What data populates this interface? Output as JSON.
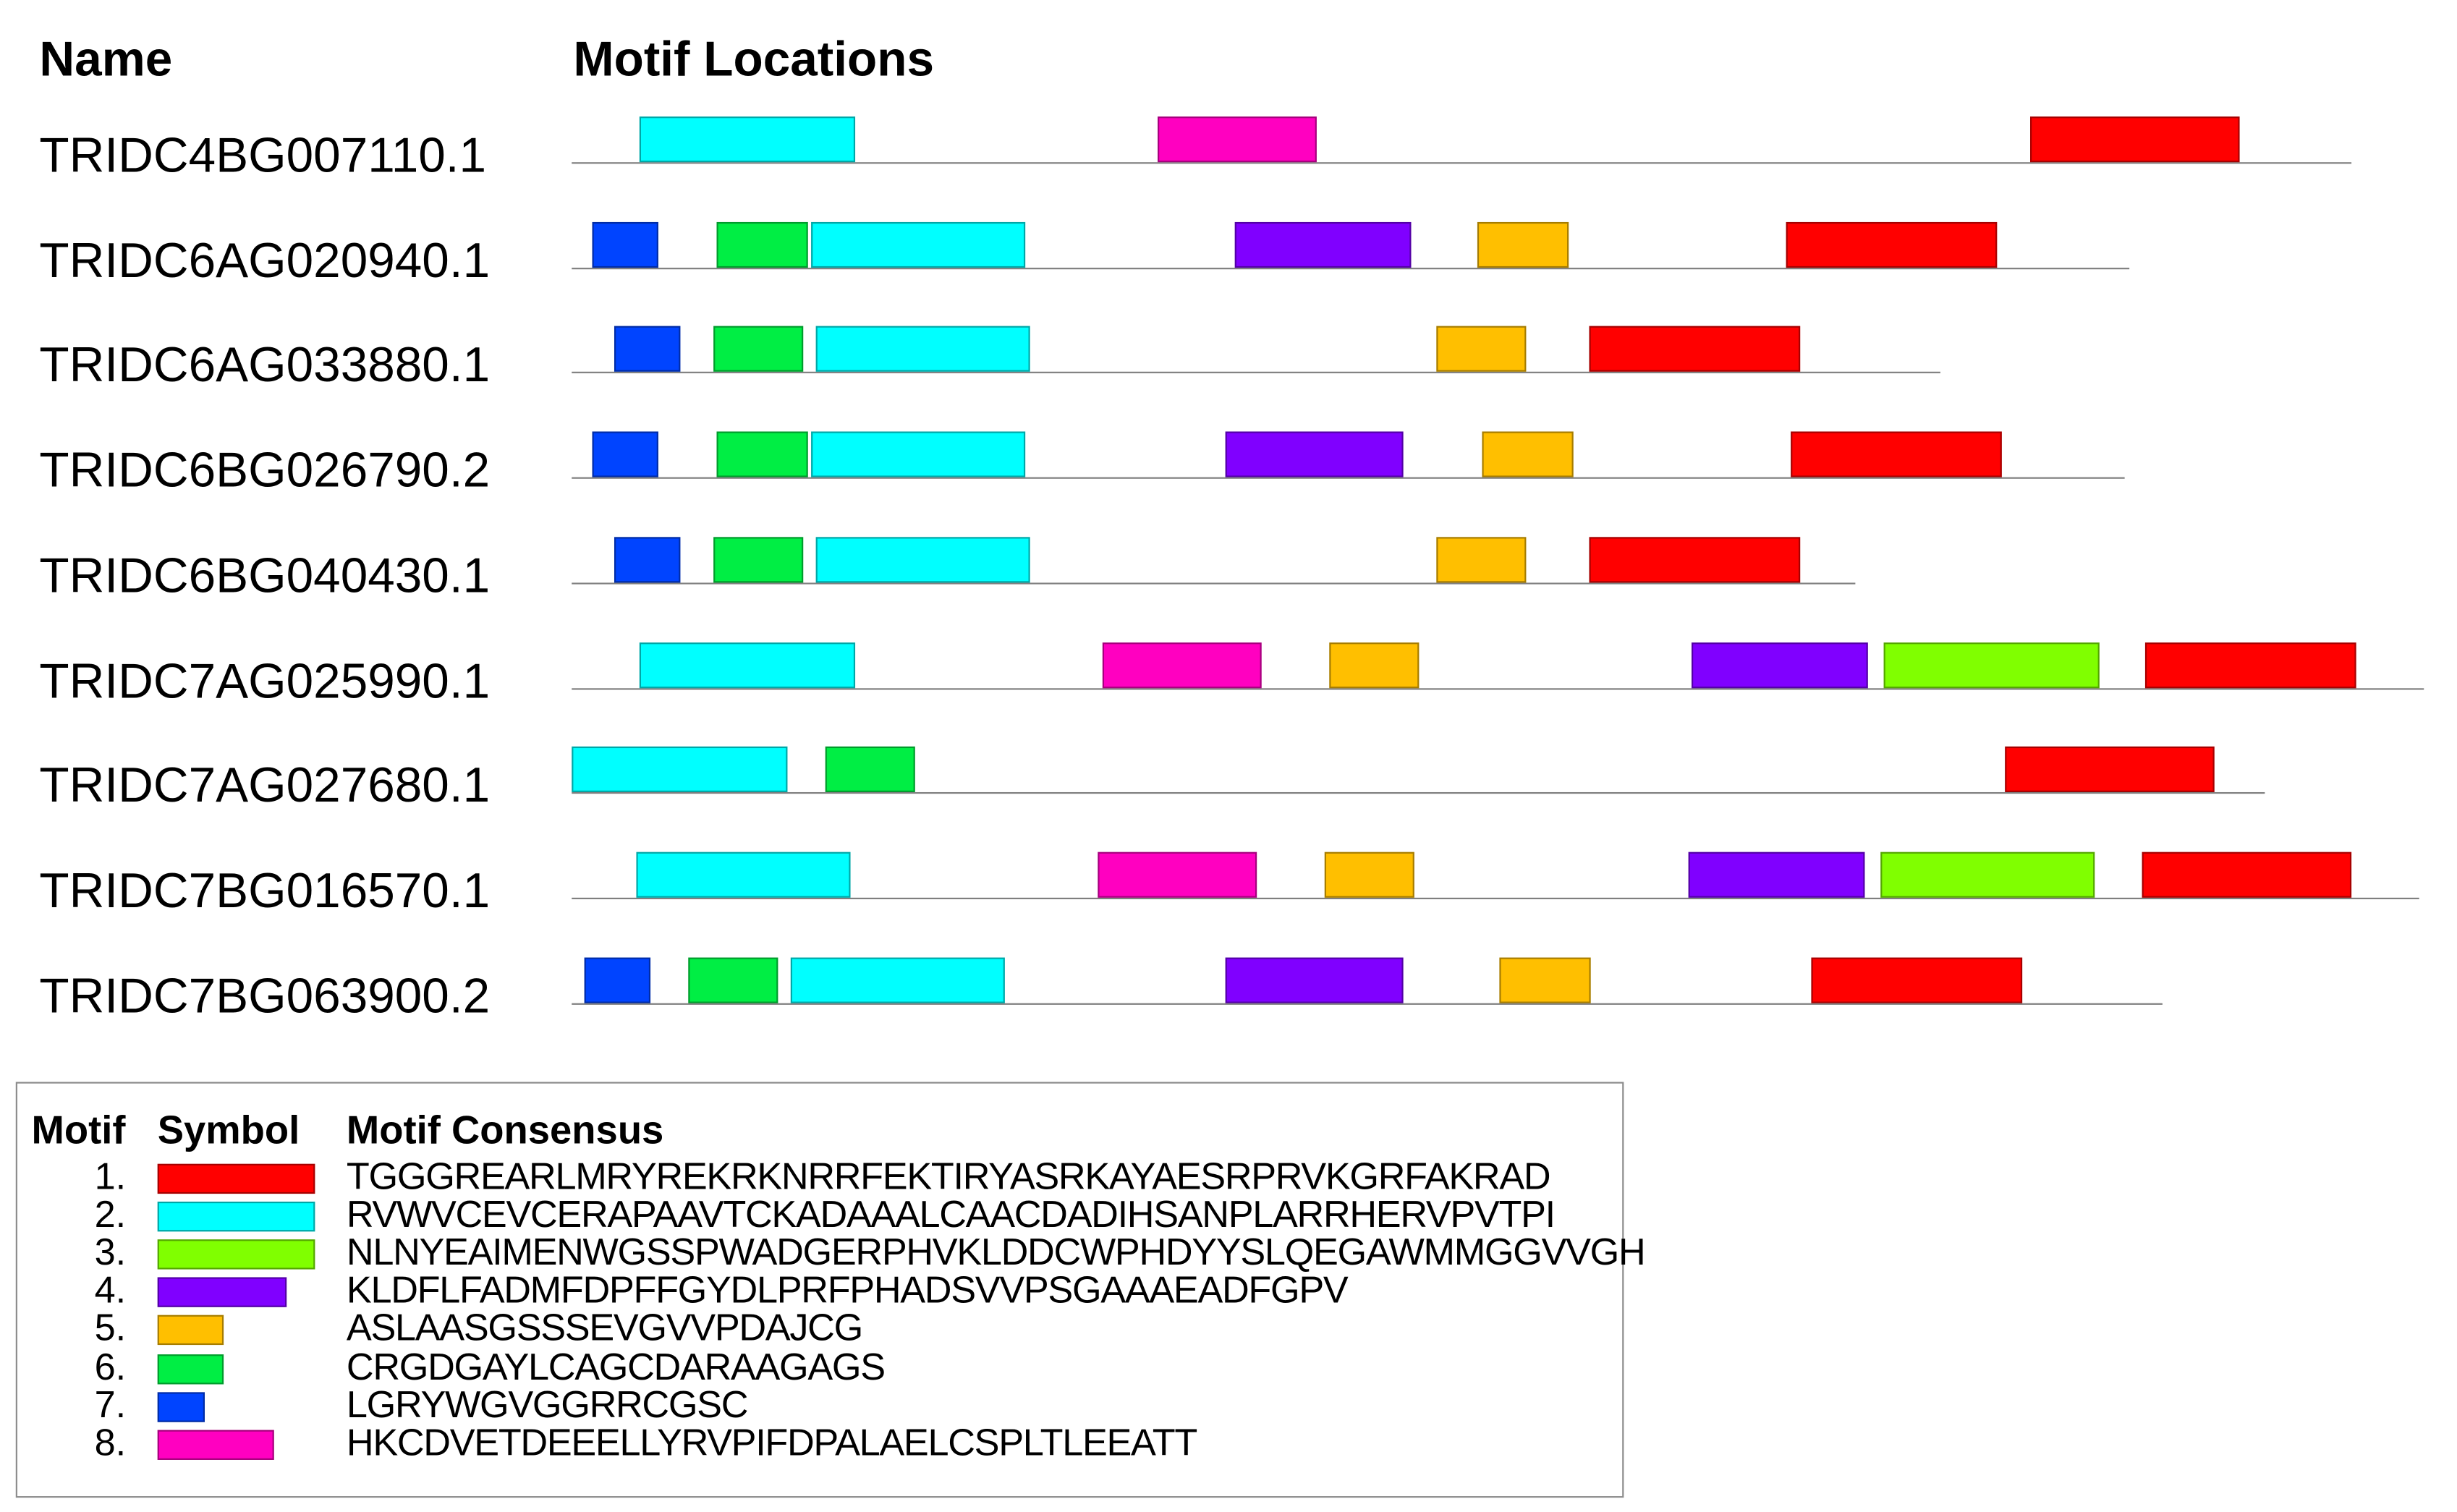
{
  "headers": {
    "name": "Name",
    "locations": "Motif Locations"
  },
  "motif_colors": {
    "1": "#ff0000",
    "2": "#00ffff",
    "3": "#80ff00",
    "4": "#8000ff",
    "5": "#ffbf00",
    "6": "#00ee44",
    "7": "#0044ff",
    "8": "#ff00c0"
  },
  "genes": [
    {
      "name": "TRIDC4BG007110.1",
      "length": 1130,
      "motifs": [
        {
          "m": 2,
          "start": 43,
          "end": 180
        },
        {
          "m": 8,
          "start": 372,
          "end": 473
        },
        {
          "m": 1,
          "start": 926,
          "end": 1059
        }
      ]
    },
    {
      "name": "TRIDC6AG020940.1",
      "length": 989,
      "motifs": [
        {
          "m": 7,
          "start": 13,
          "end": 55
        },
        {
          "m": 6,
          "start": 92,
          "end": 150
        },
        {
          "m": 2,
          "start": 152,
          "end": 288
        },
        {
          "m": 4,
          "start": 421,
          "end": 533
        },
        {
          "m": 5,
          "start": 575,
          "end": 633
        },
        {
          "m": 1,
          "start": 771,
          "end": 905
        }
      ]
    },
    {
      "name": "TRIDC6AG033880.1",
      "length": 869,
      "motifs": [
        {
          "m": 7,
          "start": 27,
          "end": 69
        },
        {
          "m": 6,
          "start": 90,
          "end": 147
        },
        {
          "m": 2,
          "start": 155,
          "end": 291
        },
        {
          "m": 5,
          "start": 549,
          "end": 606
        },
        {
          "m": 1,
          "start": 646,
          "end": 780
        }
      ]
    },
    {
      "name": "TRIDC6BG026790.2",
      "length": 986,
      "motifs": [
        {
          "m": 7,
          "start": 13,
          "end": 55
        },
        {
          "m": 6,
          "start": 92,
          "end": 150
        },
        {
          "m": 2,
          "start": 152,
          "end": 288
        },
        {
          "m": 4,
          "start": 415,
          "end": 528
        },
        {
          "m": 5,
          "start": 578,
          "end": 636
        },
        {
          "m": 1,
          "start": 774,
          "end": 908
        }
      ]
    },
    {
      "name": "TRIDC6BG040430.1",
      "length": 815,
      "motifs": [
        {
          "m": 7,
          "start": 27,
          "end": 69
        },
        {
          "m": 6,
          "start": 90,
          "end": 147
        },
        {
          "m": 2,
          "start": 155,
          "end": 291
        },
        {
          "m": 5,
          "start": 549,
          "end": 606
        },
        {
          "m": 1,
          "start": 646,
          "end": 780
        }
      ]
    },
    {
      "name": "TRIDC7AG025990.1",
      "length": 1176,
      "motifs": [
        {
          "m": 2,
          "start": 43,
          "end": 180
        },
        {
          "m": 8,
          "start": 337,
          "end": 438
        },
        {
          "m": 5,
          "start": 481,
          "end": 538
        },
        {
          "m": 4,
          "start": 711,
          "end": 823
        },
        {
          "m": 3,
          "start": 833,
          "end": 970
        },
        {
          "m": 1,
          "start": 999,
          "end": 1133
        }
      ]
    },
    {
      "name": "TRIDC7AG027680.1",
      "length": 1075,
      "motifs": [
        {
          "m": 2,
          "start": 0,
          "end": 137
        },
        {
          "m": 6,
          "start": 161,
          "end": 218
        },
        {
          "m": 1,
          "start": 910,
          "end": 1043
        }
      ]
    },
    {
      "name": "TRIDC7BG016570.1",
      "length": 1173,
      "motifs": [
        {
          "m": 2,
          "start": 41,
          "end": 177
        },
        {
          "m": 8,
          "start": 334,
          "end": 435
        },
        {
          "m": 5,
          "start": 478,
          "end": 535
        },
        {
          "m": 4,
          "start": 709,
          "end": 821
        },
        {
          "m": 3,
          "start": 831,
          "end": 967
        },
        {
          "m": 1,
          "start": 997,
          "end": 1130
        }
      ]
    },
    {
      "name": "TRIDC7BG063900.2",
      "length": 1010,
      "motifs": [
        {
          "m": 7,
          "start": 8,
          "end": 50
        },
        {
          "m": 6,
          "start": 74,
          "end": 131
        },
        {
          "m": 2,
          "start": 139,
          "end": 275
        },
        {
          "m": 4,
          "start": 415,
          "end": 528
        },
        {
          "m": 5,
          "start": 589,
          "end": 647
        },
        {
          "m": 1,
          "start": 787,
          "end": 921
        }
      ]
    }
  ],
  "legend": {
    "col_motif": "Motif",
    "col_symbol": "Symbol",
    "col_consensus": "Motif Consensus",
    "rows": [
      {
        "number": "1.",
        "motif": 1,
        "motif_width": 50,
        "consensus": "TGGGREARLMRYREKRKNRRFEKTIRYASRKAYAESRPRVKGRFAKRAD"
      },
      {
        "number": "2.",
        "motif": 2,
        "motif_width": 50,
        "consensus": "RVWVCEVCERAPAAVTCKADAAALCAACDADIHSANPLARRHERVPVTPI"
      },
      {
        "number": "3.",
        "motif": 3,
        "motif_width": 50,
        "consensus": "NLNYEAIMENWGSSPWADGERPHVKLDDCWPHDYYSLQEGAWMMGGVVGH"
      },
      {
        "number": "4.",
        "motif": 4,
        "motif_width": 41,
        "consensus": "KLDFLFADMFDPFFGYDLPRFPHADSVVPSGAAAEADFGPV"
      },
      {
        "number": "5.",
        "motif": 5,
        "motif_width": 21,
        "consensus": "ASLAASGSSSEVGVVPDAJCG"
      },
      {
        "number": "6.",
        "motif": 6,
        "motif_width": 21,
        "consensus": "CRGDGAYLCAGCDARAAGAGS"
      },
      {
        "number": "7.",
        "motif": 7,
        "motif_width": 15,
        "consensus": "LGRYWGVGGRRCGSC"
      },
      {
        "number": "8.",
        "motif": 8,
        "motif_width": 37,
        "consensus": "HKCDVETDEEELLYRVPIFDPALAELCSPLTLEEATT"
      }
    ]
  }
}
